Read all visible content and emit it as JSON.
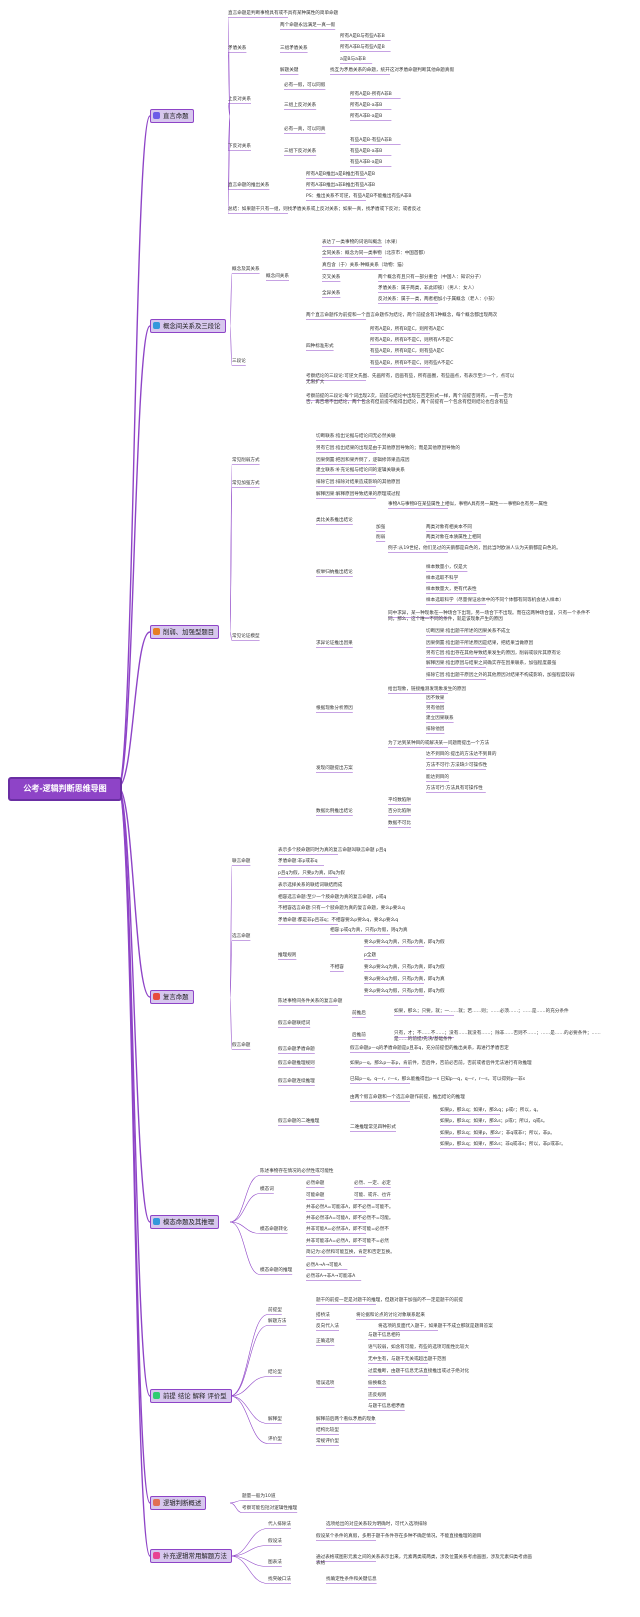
{
  "title": "公考-逻辑判断思维导图",
  "branches": {
    "b1": {
      "label": "直言命题",
      "items": [
        "直言命题是判断事物具有或不具有某种属性的简单命题",
        "矛盾关系",
        "两个命题永远满足一真一假",
        "三组矛盾关系",
        "所有A是B与有些A非B",
        "所有A非B与有些A是B",
        "a是B与a非B",
        "解题关键",
        "找互为矛盾关系的命题，统开这对矛盾命题判断其他命题真假",
        "上反对关系",
        "必有一假，可以同假",
        "三组上反对关系",
        "所有A是B-所有A非B",
        "所有A是B-a非B",
        "所有A非B-a是B",
        "下反对关系",
        "必有一真，可以同真",
        "三组下反对关系",
        "有些A是B-有些A非B",
        "有些A是B-a非B",
        "有些A非B-a是B",
        "直言命题的推出关系",
        "所有A是B推出a是B推出有些A是B",
        "所有A非B推出a非B推出有些A非B",
        "PS：推出关系不可逆，有些A是B不能推出有些A非B",
        "总结：如果题干只有一组，则找矛盾关系或上反对关系；如果一真，找矛盾或下反对；或者反过"
      ]
    },
    "b2": {
      "label": "概念间关系及三段论",
      "items": [
        "概念及其关系",
        "表达了一类事物的词语叫概念（水果）",
        "概念间关系",
        "全同关系：概念为同一类事物（北京市：中国首都）",
        "真包含（于）关系-种概关系（动物：猫）",
        "交叉关系",
        "两个概念有且只有一部分重合（中国人：知识分子）",
        "全异关系",
        "矛盾关系：属于两类，非此即彼）（男人：女人）",
        "反对关系：属于一类，两者相加小于属概念（老人：小孩）",
        "三段论",
        "两个直言命题作为前提和一个直言命题作为结论，两个前提含有1种概念，每个概念都出现两次",
        "四种标准形式",
        "所有A是B，所有B是C，则所有A是C",
        "所有A是B，所有B不是C，则所有A不是C",
        "有些A是B，所有B是C，则有些A是C",
        "有些A是B，所有B不是C，则有些A不是C",
        "考察结论的三段论:可逆文氏图、先画所有，后画有些，所有画圈，有些画点，有表示至少一个，点可以无限扩大",
        "考察前提的三段论:每个词出现2次，前提与结论中出现在否定形式一样，两个前提否则有，一有一否为否，再否增不出结论，两个包含有但前提不能得出结论，两个前提有一个包含有但则结论也包含有些"
      ]
    },
    "b3": {
      "label": "削弱、加强型题目",
      "items": [
        "常见削弱方式",
        "切断联系:指出论据与结论间无必然关联",
        "另有它因:指出结果的出现是由于其他原因导致的；而是其他原因导致的",
        "因果倒置:把因和果弄倒了，逻辑修饰果造成因",
        "常见加强方式",
        "建立联系:补充论据与结论间的逻辑关联关系",
        "排除它因:排除对结果造成影响的其他原因",
        "解释因果:解释原因导致结果的原理或过程",
        "常见论证模型",
        "类比关系推出结论",
        "事物A与事物B在某些属性上相似，事物A具有另一属性——事物B也有另一属性",
        "加强",
        "两类对象有相关本不同",
        "削弱",
        "两类对象在本质属性上相同",
        "权举归纳推出结论",
        "例子:从19世纪，他们见过的天鹅都是白色的，因此当时欧洲人认为天鹅都是白色的。",
        "样本数量小，仅是大",
        "样本选取不科学",
        "样本数量大，更有代表性",
        "样本选取科学（尽量保证总体中的不同个体都有同等机会进入样本）",
        "求异论证推出因果",
        "同中求异，某一种现象在一种场合下出现，另一场合下不出现。而在这两种场合里，只有一个条件不同，那么，这个唯一不同的条件，就是该现象产生的原因",
        "切断因果:指出题干所述的因果关系不成立",
        "因果倒置:指出题干所述原因是结果，把结果当做原因",
        "另有它因:指出存在其他导致结果发生的原因，削弱或驳斥其原有论",
        "解释因果:指出原因与结果之间确实存在因果联系，加强程度最强",
        "排除它因:指出题干原因之外的其他原因对结果不构成影响，加强程度较弱",
        "根据现象分析原因",
        "给出现象，链接推测发现象发生的原因",
        "因不致果",
        "另有他因",
        "建立因果联系",
        "排除他因",
        "发现问题提出方案",
        "为了达到某种目的或解决某一问题而提出一个方法",
        "达不到目的:提出的方法达不到目的",
        "方法不可行:方法缺少可操作性",
        "能达到目的",
        "方法可行:方法具有可操作性",
        "数据比例推出结论",
        "平均数陷阱",
        "百分比陷阱",
        "数据不可比"
      ]
    },
    "b4": {
      "label": "复言命题",
      "items": [
        "联言命题",
        "表示多个肢命题同时为真的复言命题叫联言命题 p且q",
        "矛盾命题:非p或非q",
        "p且q为假，只要p为真，即q为假",
        "选言命题",
        "表示选择关系的联结词联结而成",
        "相容选言命题:至少一个肢命题为真的复言命题，p或q",
        "不相容选言命题:只有一个肢命题为真的复言命题，要么p要么q",
        "矛盾命题:都是非p且非q；不相容要么p要么q，要么p要么q",
        "推理规则",
        "相容:p或q为真，只有p为假，则q为真",
        "不相容",
        "要么p要么q为真，只有p为真，即q为假",
        "p全题",
        "要么p要么q为真，只有p为真，即q为假",
        "要么p要么q为假，只有p为真，即q为真",
        "要么p要么q为假，只有p为假，即q为假",
        "假言命题",
        "陈述事物间条件关系的复言命题",
        "假言命题联结词",
        "前推后",
        "如果，那么；只要，就；一……就；若……则；……必须……；……是……的充分条件",
        "后推前",
        "只有，才；不……不……；没有……就没有……；除非……否则不……；……是……的必要条件；……是……的前提/先决/基础条件",
        "假言命题矛盾命题",
        "假言命题p—q的矛盾命题是p且非q，充分前提但的推出关系，再进行矛盾否定",
        "假言命题推理规则",
        "如果p—q，那么p—非p，肯前件，否后件，否前必否前，否前或者后件无法进行有效推理",
        "假言命题连续推理",
        "已知p—q，q—r，r—s，那么能推得出p—s 已知p—q，q—r，r—s，可以得到p—非s",
        "假言命题的二难推理",
        "由两个假言命题和一个选言命题作前提，推出结论的推理",
        "二难推理常见四种形式",
        "如果p，那么q；如果r，那么q；p或r；所以，q。",
        "如果p，那么q；如果r，那么s；p或r；所以，q或s。",
        "如果p，那么q；如果p，那么r；非q或非r；所以，非p。",
        "如果p，那么q；如果r，那么s；非q或非s；所以，非p或非r。"
      ]
    },
    "b5": {
      "label": "模态命题及其推理",
      "items": [
        "陈述事物存在情况的必然性或可能性",
        "模态词",
        "必然命题",
        "必然、一定、必定",
        "可能命题",
        "可能、或许、也许",
        "模态命题转化",
        "并非必然A=可能非A，即不必然=可能不。",
        "并非必然非A=可能A，即不必然不=可能。",
        "并非可能A=必然非A，即不可能=必然不",
        "并非可能非A=必然A，即不可能不=必然",
        "简记为:必然和可能互换，肯定和否定互换。",
        "模态命题的推理",
        "必然A→A→可能A",
        "必然非A→非A→可能非A"
      ]
    },
    "b6": {
      "label": "前提 结论 解释 评价型",
      "items": [
        "前提型",
        "题干的前提一定是对题干的推理，但题对题干加强的不一定是题干的前提",
        "解题方法",
        "搭桥法",
        "将论据和论点的讨论对象联系起来",
        "反向代入法",
        "将选项的反面代入题干，如果题干不成立那就是题目答案",
        "结论型",
        "正确选项",
        "与题干信息相符",
        "语气较弱，如含有可能，有些的选项可能性比较大",
        "错误选项",
        "无中生有，与题干无关或超出题干范围",
        "过度推断，由题干信息无法直接推出或过于绝对化",
        "偷换概念",
        "违反规则",
        "与题干信息相矛盾",
        "解释型",
        "解释前后两个看似矛盾的现象",
        "评价型",
        "结构比较型",
        "常规评价型"
      ]
    },
    "b7": {
      "label": "逻辑判断概述",
      "items": [
        "题量一般为10道",
        "考察可能包括对逻辑性推理"
      ]
    },
    "b8": {
      "label": "补充逻辑常用解题方法",
      "items": [
        "代入排除法",
        "选项给出的对应关系较为明确时，可代入选项排除",
        "假设法",
        "假设某个条件的真假，多用于题干条件存在多种不确定情况，不能直接推理的题目",
        "图表法",
        "通过表格或图形元素之间的关系表示出来，元素两类或两类，涉及位置关系考虑画图，涉及元素归类考虑画表格",
        "找突破口法",
        "找确定性条件和关键信息"
      ]
    }
  },
  "colors": {
    "root": "#8e44c7",
    "node_fill": "#d7c7ee",
    "line": "#8e44c7"
  },
  "icons": [
    "book-icon",
    "globe-icon",
    "target-icon",
    "fire-icon",
    "globe-icon",
    "plant-icon",
    "note-icon",
    "star-icon"
  ]
}
